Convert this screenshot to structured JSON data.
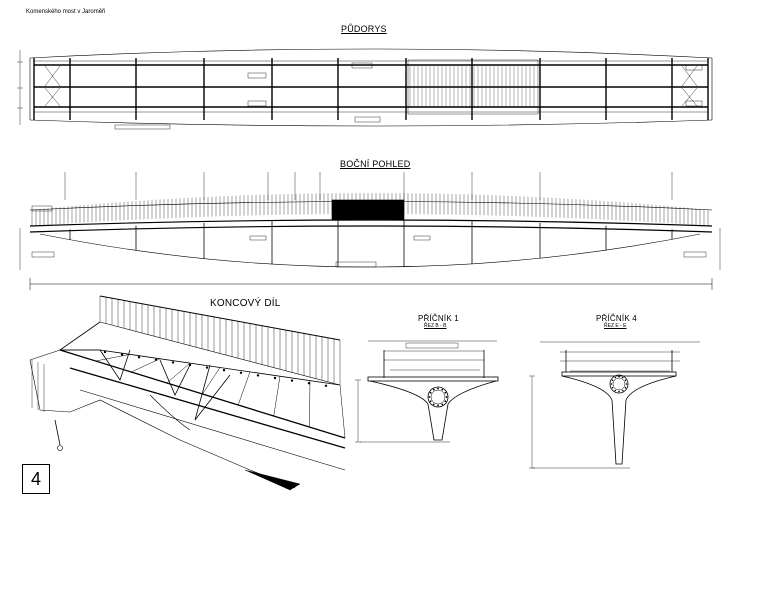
{
  "header": {
    "project": "Komenského most v Jaroměři"
  },
  "sections": {
    "plan": {
      "title": "PŮDORYS"
    },
    "side": {
      "title": "BOČNÍ POHLED"
    },
    "end": {
      "title": "KONCOVÝ DÍL"
    },
    "cross1": {
      "title": "PŘÍČNÍK 1",
      "subtitle": "ŘEZ B - B"
    },
    "cross4": {
      "title": "PŘÍČNÍK 4",
      "subtitle": "ŘEZ E - E"
    }
  },
  "page_number": "4"
}
